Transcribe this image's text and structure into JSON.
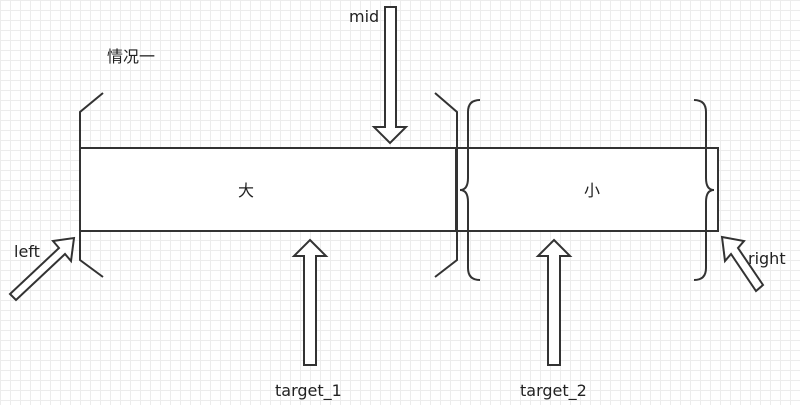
{
  "labels": {
    "case": "情况一",
    "left": "left",
    "right": "right",
    "mid": "mid",
    "big": "大",
    "small": "小",
    "target1": "target_1",
    "target2": "target_2"
  },
  "colors": {
    "stroke": "#333333",
    "arrow_fill": "#ffffff",
    "grid": "#ececec"
  }
}
